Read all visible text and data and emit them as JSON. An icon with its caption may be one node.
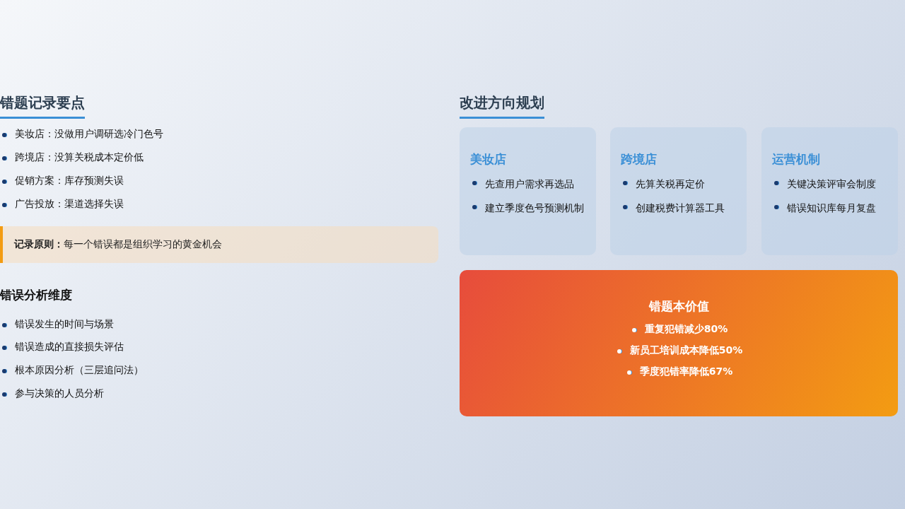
{
  "diagram": {
    "nodes": [
      {
        "text": [
          "**记录原则：**每一个错误都是组织学习的黄金机会"
        ]
      },
      {
        "text": [
          "美妆店",
          "先查用户需求再选品",
          "建立季度色号预测机制"
        ]
      },
      {
        "text": [
          "跨境店",
          "先算关税再定价",
          "创建税费计算器工具"
        ]
      },
      {
        "text": [
          "运营机制",
          "关键决策评审会制度",
          "错误知识库每月复盘"
        ]
      },
      {
        "text": [
          "错题本价值",
          "重复犯错减少80%",
          "新员工培训成本降低50%",
          "季度犯错率降低67%"
        ]
      }
    ],
    "edges": [],
    "labels": [
      "错题记录要点",
      "美妆店：没做用户调研选冷门色号",
      "跨境店：没算关税成本定价低",
      "促销方案：库存预测失误",
      "广告投放：渠道选择失误",
      "错误分析维度",
      "错误发生的时间与场景",
      "错误造成的直接损失评估",
      "根本原因分析（三层追问法）",
      "参与决策的人员分析",
      "改进方向规划"
    ]
  }
}
